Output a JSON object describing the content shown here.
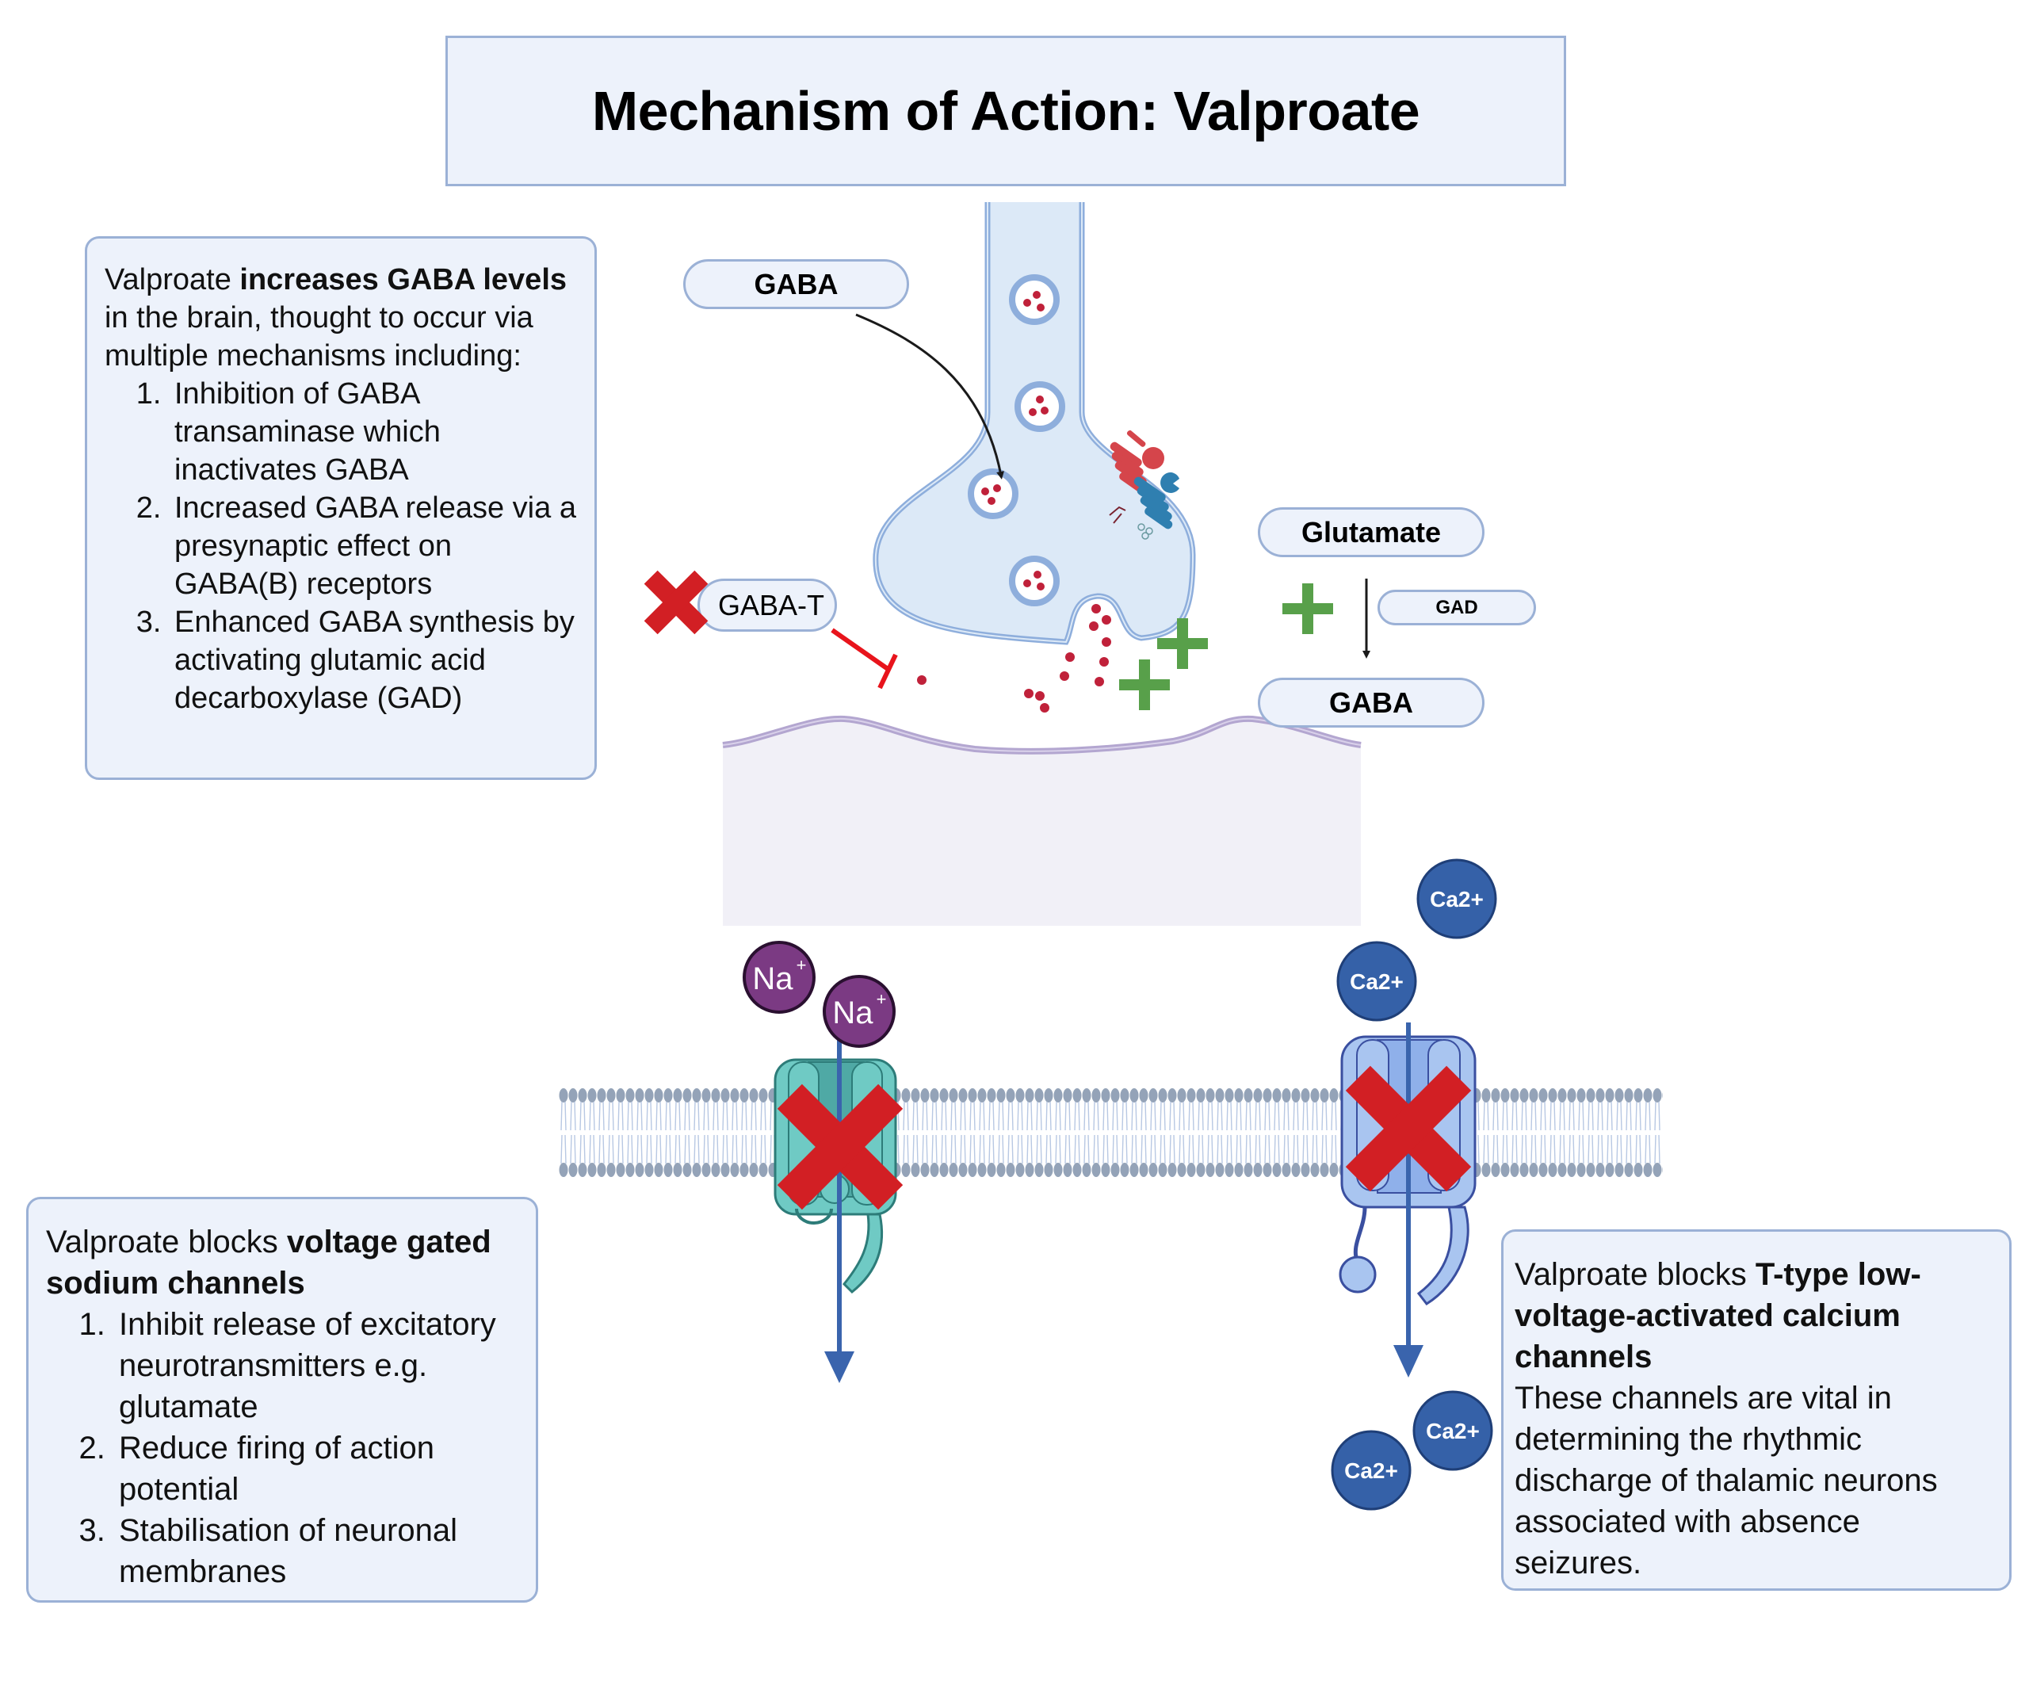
{
  "title": "Mechanism of Action: Valproate",
  "gaba_box": {
    "intro_prefix": "Valproate ",
    "intro_bold": "increases GABA levels",
    "intro_suffix": " in the brain, thought to occur via multiple mechanisms including:",
    "items": [
      "Inhibition of GABA transaminase which inactivates GABA",
      "Increased GABA release via a presynaptic effect on GABA(B) receptors",
      "Enhanced GABA synthesis by activating glutamic acid decarboxylase (GAD)"
    ]
  },
  "sodium_box": {
    "intro_prefix": "Valproate blocks ",
    "intro_bold": "voltage gated sodium channels",
    "items": [
      "Inhibit release of excitatory neurotransmitters e.g. glutamate",
      "Reduce firing of action potential",
      "Stabilisation of neuronal membranes"
    ]
  },
  "calcium_box": {
    "intro_prefix": "Valproate blocks ",
    "intro_bold": "T-type low-voltage-activated calcium channels",
    "body": "These channels are vital in determining the rhythmic discharge of thalamic neurons associated with absence seizures."
  },
  "labels": {
    "gaba_top": "GABA",
    "gaba_t": "GABA-T",
    "glutamate": "Glutamate",
    "gad": "GAD",
    "gaba_right": "GABA"
  },
  "ions": {
    "sodium": [
      "Na",
      "Na"
    ],
    "sodium_charge": "+",
    "calcium": [
      "Ca2+",
      "Ca2+",
      "Ca2+",
      "Ca2+"
    ]
  },
  "colors": {
    "box_fill": "#edf2fb",
    "box_border": "#9bb1d6",
    "block_red": "#d21f24",
    "inhibit_red": "#e8141c",
    "enhance_green": "#58a04a",
    "gaba_dot": "#c0213a",
    "neuron_fill": "#dce9f7",
    "neuron_border": "#8eaedc",
    "sodium_ion": "#7b3a83",
    "calcium_ion": "#3561a8",
    "na_channel": "#6fcac4",
    "ca_channel": "#a9c5f0",
    "membrane_head": "#94a3b8",
    "flow_arrow": "#3a64ad"
  }
}
